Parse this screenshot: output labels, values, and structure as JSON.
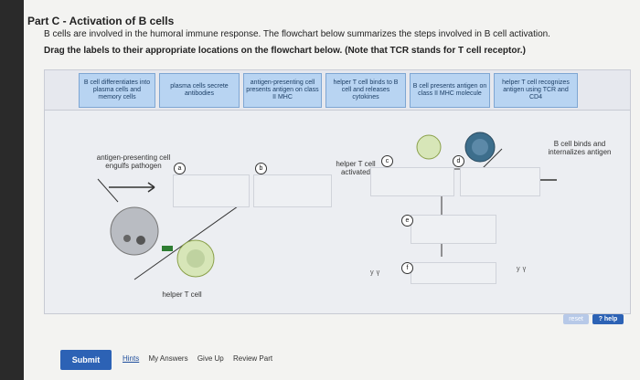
{
  "header": {
    "title": "Part C - Activation of B cells",
    "description": "B cells are involved in the humoral immune response. The flowchart below summarizes the steps involved in B cell activation.",
    "instruction": "Drag the labels to their appropriate locations on the flowchart below. (Note that TCR stands for T cell receptor.)"
  },
  "label_bank": [
    "B cell differentiates into plasma cells and memory cells",
    "plasma cells secrete antibodies",
    "antigen-presenting cell presents antigen on class II MHC",
    "helper T cell binds to B cell and releases cytokines",
    "B cell presents antigen on class II MHC molecule",
    "helper T cell recognizes antigen using TCR and CD4"
  ],
  "canvas": {
    "captions": {
      "apc": "antigen-presenting cell engulfs pathogen",
      "helper_t_cell": "helper T cell",
      "helper_t_activated": "helper T cell activated",
      "b_binds": "B cell binds and internalizes antigen"
    },
    "markers": [
      "a",
      "b",
      "c",
      "d",
      "e",
      "f"
    ]
  },
  "controls": {
    "reset": "reset",
    "help": "? help"
  },
  "footer": {
    "submit": "Submit",
    "links": [
      "Hints",
      "My Answers",
      "Give Up",
      "Review Part"
    ]
  }
}
